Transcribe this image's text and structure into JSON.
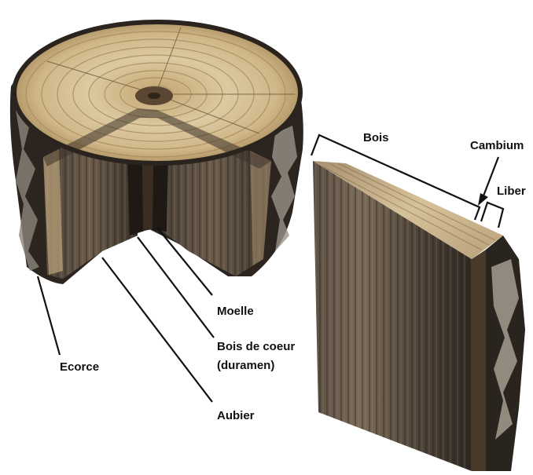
{
  "labels": {
    "bois": "Bois",
    "cambium": "Cambium",
    "liber": "Liber",
    "moelle": "Moelle",
    "bois_coeur_line1": "Bois de coeur",
    "bois_coeur_line2": "(duramen)",
    "ecorce": "Ecorce",
    "aubier": "Aubier"
  },
  "colors": {
    "bark": "#2a2420",
    "bark_light": "#8a8278",
    "sapwood": "#d8c496",
    "heartwood": "#3a332c",
    "pith": "#5a4a38",
    "leader_line": "#111111"
  }
}
